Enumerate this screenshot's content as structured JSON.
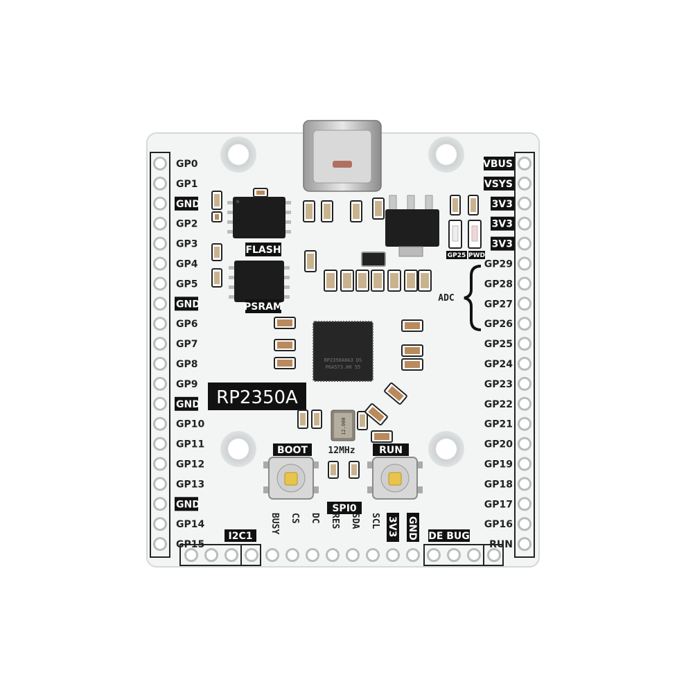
{
  "board": {
    "chip": "RP2350A",
    "flash_label": "FLASH",
    "psram_label": "PSRAM",
    "crystal_label": "12MHz",
    "crystal_marking": "12.000",
    "chip_marking_1": "RP2350A0A3 DS",
    "chip_marking_2": "P6A573.00 55",
    "adc_label": "ADC",
    "led_labels": [
      "GP25",
      "PWD"
    ],
    "buttons": [
      "BOOT",
      "RUN"
    ]
  },
  "left_pins": [
    {
      "text": "GP0",
      "inverted": false
    },
    {
      "text": "GP1",
      "inverted": false
    },
    {
      "text": "GND",
      "inverted": true
    },
    {
      "text": "GP2",
      "inverted": false
    },
    {
      "text": "GP3",
      "inverted": false
    },
    {
      "text": "GP4",
      "inverted": false
    },
    {
      "text": "GP5",
      "inverted": false
    },
    {
      "text": "GND",
      "inverted": true
    },
    {
      "text": "GP6",
      "inverted": false
    },
    {
      "text": "GP7",
      "inverted": false
    },
    {
      "text": "GP8",
      "inverted": false
    },
    {
      "text": "GP9",
      "inverted": false
    },
    {
      "text": "GND",
      "inverted": true
    },
    {
      "text": "GP10",
      "inverted": false
    },
    {
      "text": "GP11",
      "inverted": false
    },
    {
      "text": "GP12",
      "inverted": false
    },
    {
      "text": "GP13",
      "inverted": false
    },
    {
      "text": "GND",
      "inverted": true
    },
    {
      "text": "GP14",
      "inverted": false
    },
    {
      "text": "GP15",
      "inverted": false
    }
  ],
  "right_pins": [
    {
      "text": "VBUS",
      "inverted": true
    },
    {
      "text": "VSYS",
      "inverted": true
    },
    {
      "text": "3V3",
      "inverted": true
    },
    {
      "text": "3V3",
      "inverted": true
    },
    {
      "text": "3V3",
      "inverted": true
    },
    {
      "text": "GP29",
      "inverted": false
    },
    {
      "text": "GP28",
      "inverted": false
    },
    {
      "text": "GP27",
      "inverted": false
    },
    {
      "text": "GP26",
      "inverted": false
    },
    {
      "text": "GP25",
      "inverted": false
    },
    {
      "text": "GP24",
      "inverted": false
    },
    {
      "text": "GP23",
      "inverted": false
    },
    {
      "text": "GP22",
      "inverted": false
    },
    {
      "text": "GP21",
      "inverted": false
    },
    {
      "text": "GP20",
      "inverted": false
    },
    {
      "text": "GP19",
      "inverted": false
    },
    {
      "text": "GP18",
      "inverted": false
    },
    {
      "text": "GP17",
      "inverted": false
    },
    {
      "text": "GP16",
      "inverted": false
    },
    {
      "text": "RUN",
      "inverted": false
    }
  ],
  "bottom_labels": {
    "i2c": "I2C1",
    "spi": "SPI0",
    "debug": "DE BUG",
    "spi_pins": [
      "BUSY",
      "CS",
      "DC",
      "RES",
      "SDA",
      "SCL"
    ],
    "power_pins": [
      "3V3",
      "GND"
    ]
  }
}
